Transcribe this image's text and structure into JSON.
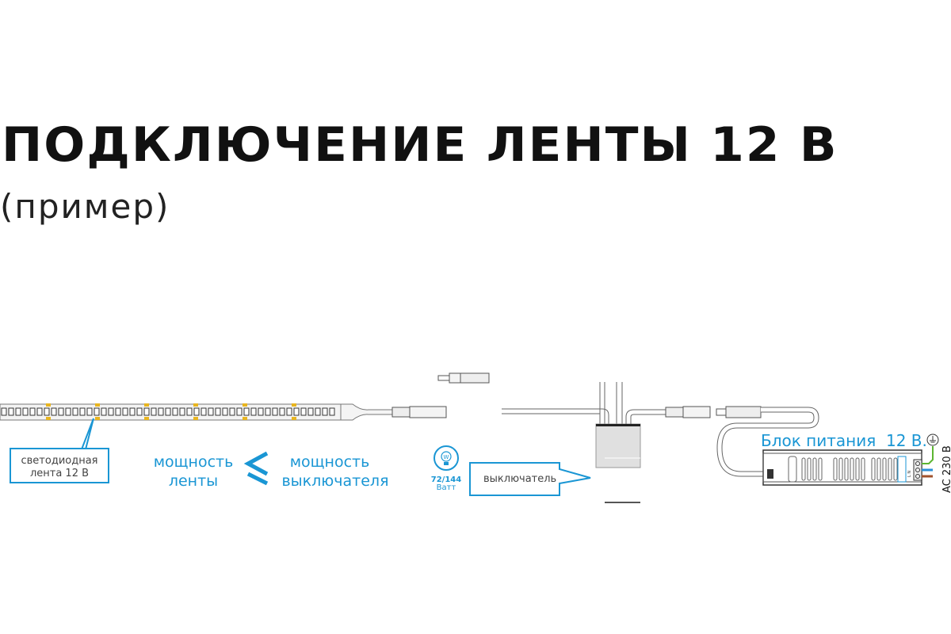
{
  "title": "ПОДКЛЮЧЕНИЕ ЛЕНТЫ 12 В",
  "subtitle": "(пример)",
  "strip_label": {
    "line1": "светодиодная",
    "line2": "лента 12 В"
  },
  "comparison": {
    "left": {
      "line1": "мощность",
      "line2": "ленты"
    },
    "symbol": "≤",
    "right": {
      "line1": "мощность",
      "line2": "выключателя"
    }
  },
  "power_icon": {
    "icon": "lightbulb-w-icon",
    "value": "72/144",
    "unit": "Ватт"
  },
  "switch_label": "выключатель",
  "psu_label": "Блок питания  12 В.",
  "psu_terminals": [
    "L",
    "N",
    "⏚"
  ],
  "ac_label": "AC 230 В",
  "colors": {
    "accent": "#1a96d4",
    "ground_wire": "#5cb531",
    "neutral_wire": "#2a8fd8",
    "live_wire": "#a0522d"
  }
}
